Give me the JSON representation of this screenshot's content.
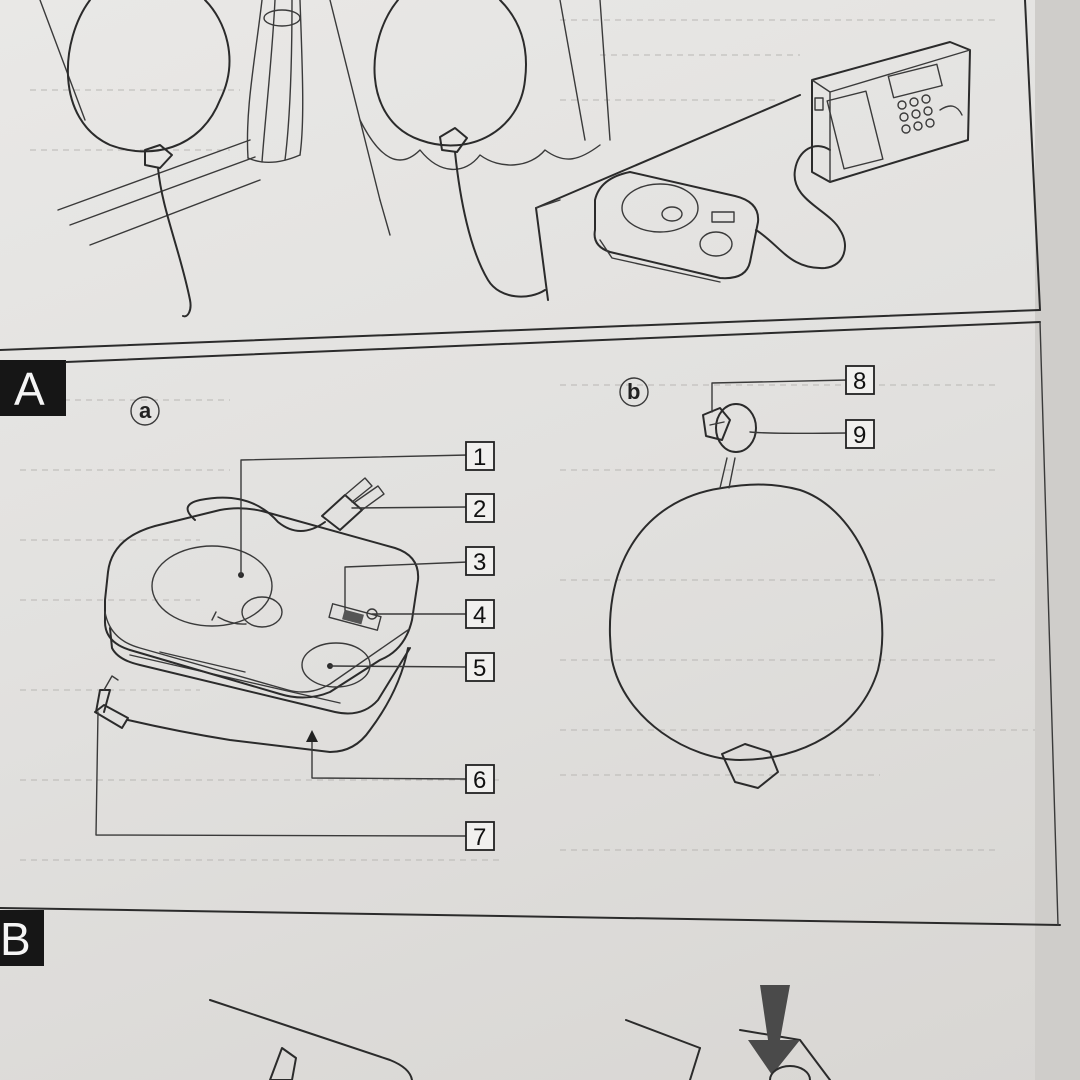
{
  "sections": {
    "a": "A",
    "b": "B"
  },
  "subfigures": {
    "a": "a",
    "b": "b"
  },
  "callouts": [
    "1",
    "2",
    "3",
    "4",
    "5",
    "6",
    "7",
    "8",
    "9"
  ],
  "colors": {
    "paper": "#e6e5e3",
    "ink": "#2b2b2b",
    "section_label_bg": "#161616"
  }
}
